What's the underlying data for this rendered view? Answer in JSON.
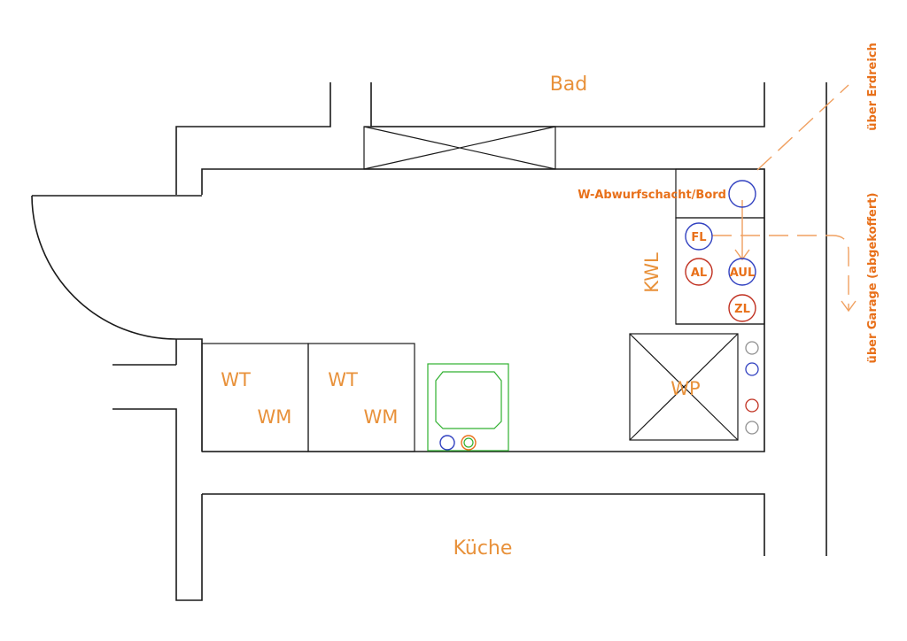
{
  "rooms": {
    "bath": "Bad",
    "kitchen": "Küche"
  },
  "fixtures": {
    "wt1": "WT",
    "wm1": "WM",
    "wt2": "WT",
    "wm2": "WM",
    "wp": "WP",
    "kwl": "KWL"
  },
  "labels": {
    "shaft": "W-Abwurfschacht/Bord",
    "via_ground": "über Erdreich",
    "via_garage": "über Garage (abgekoffert)"
  },
  "ducts": {
    "fl": "FL",
    "al": "AL",
    "aul": "AUL",
    "zl": "ZL"
  },
  "colors": {
    "walls": "#1a1a1a",
    "labels": "#e8913a",
    "annotations": "#e8701a",
    "blue": "#3040c0",
    "red": "#c03020",
    "green": "#30b030",
    "gray": "#909090",
    "dash": "#f0a060"
  }
}
